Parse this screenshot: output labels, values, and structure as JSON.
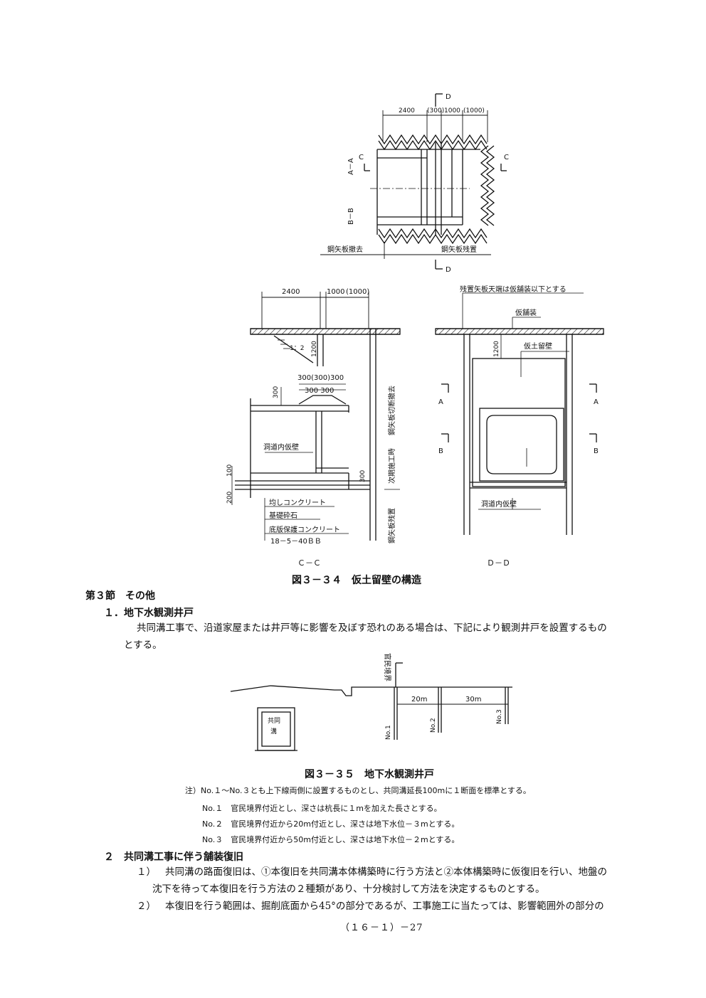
{
  "figure34": {
    "top_labels": {
      "d_marker_top": "D",
      "d_marker_bottom": "D",
      "dim_2400": "2400",
      "dim_300p": "(300)",
      "dim_1000": "1000",
      "dim_1000p": "(1000)",
      "c_left": "C",
      "c_right": "C",
      "aa": "A－A",
      "bb": "B－B",
      "removal": "鋼矢板撤去",
      "remain": "鋼矢板残置"
    },
    "cc_labels": {
      "dim_2400": "2400",
      "dim_1000": "1000",
      "dim_1000p": "(1000)",
      "dim_1200": "1200",
      "slope": "1：2",
      "dim_300_300_300": "300(300)300",
      "dim_300_300": "300 300",
      "dim_300_left": "300",
      "inner_wall": "洞道内仮壁",
      "dim_100": "100",
      "dim_200": "200",
      "dim_300_bottom": "300",
      "leveling": "均しコンクリート",
      "gravel": "基礎砕石",
      "slab": "底版保護コンクリート",
      "spec": "18－5－40ＢＢ",
      "cut_note": "鋼矢板切断撤去",
      "next_note": "次期施工時",
      "remain_note": "鋼矢板残置",
      "section_label": "Ｃ－Ｃ"
    },
    "dd_labels": {
      "top_note": "残置矢板天端は仮舗装以下とする",
      "temp_paving": "仮舗装",
      "dim_1200": "1200",
      "temp_wall": "仮土留壁",
      "a_left": "A",
      "a_right": "A",
      "b_left": "B",
      "b_right": "B",
      "inner_wall": "洞道内仮壁",
      "section_label": "Ｄ－Ｄ"
    },
    "caption": "図３－３４　仮土留壁の構造"
  },
  "section3": {
    "heading": "第３節　その他",
    "sub1": "１．地下水観測井戸",
    "para1_line1": "共同溝工事で、沿道家屋または井戸等に影響を及ぼす恐れのある場合は、下記により観測井戸を設置するもの",
    "para1_line2": "とする。"
  },
  "figure35": {
    "boundary": "官民境界",
    "dist_20": "20m",
    "dist_30": "30m",
    "well1": "No.1",
    "well2": "No.2",
    "well3": "No.3",
    "box_label_1": "共同",
    "box_label_2": "溝",
    "caption": "図３－３５　地下水観測井戸",
    "note_main": "注）No.１～No.３とも上下線両側に設置するものとし、共同溝延長100mに１断面を標準とする。",
    "note1": "No.１　官民境界付近とし、深さは杭長に１mを加えた長さとする。",
    "note2": "No.２　官民境界付近から20m付近とし、深さは地下水位－３mとする。",
    "note3": "No.３　官民境界付近から50m付近とし、深さは地下水位－２mとする。"
  },
  "sub2": {
    "heading": "２　共同溝工事に伴う舗装復旧",
    "item1_num": "１）",
    "item1_line1": "共同溝の路面復旧は、①本復旧を共同溝本体構築時に行う方法と②本体構築時に仮復旧を行い、地盤の",
    "item1_line2": "沈下を待って本復旧を行う方法の２種類があり、十分検討して方法を決定するものとする。",
    "item2_num": "２）",
    "item2_line1": "本復旧を行う範囲は、掘削底面から45°の部分であるが、工事施工に当たっては、影響範囲外の部分の"
  },
  "page_number": "（１６－１）－27"
}
